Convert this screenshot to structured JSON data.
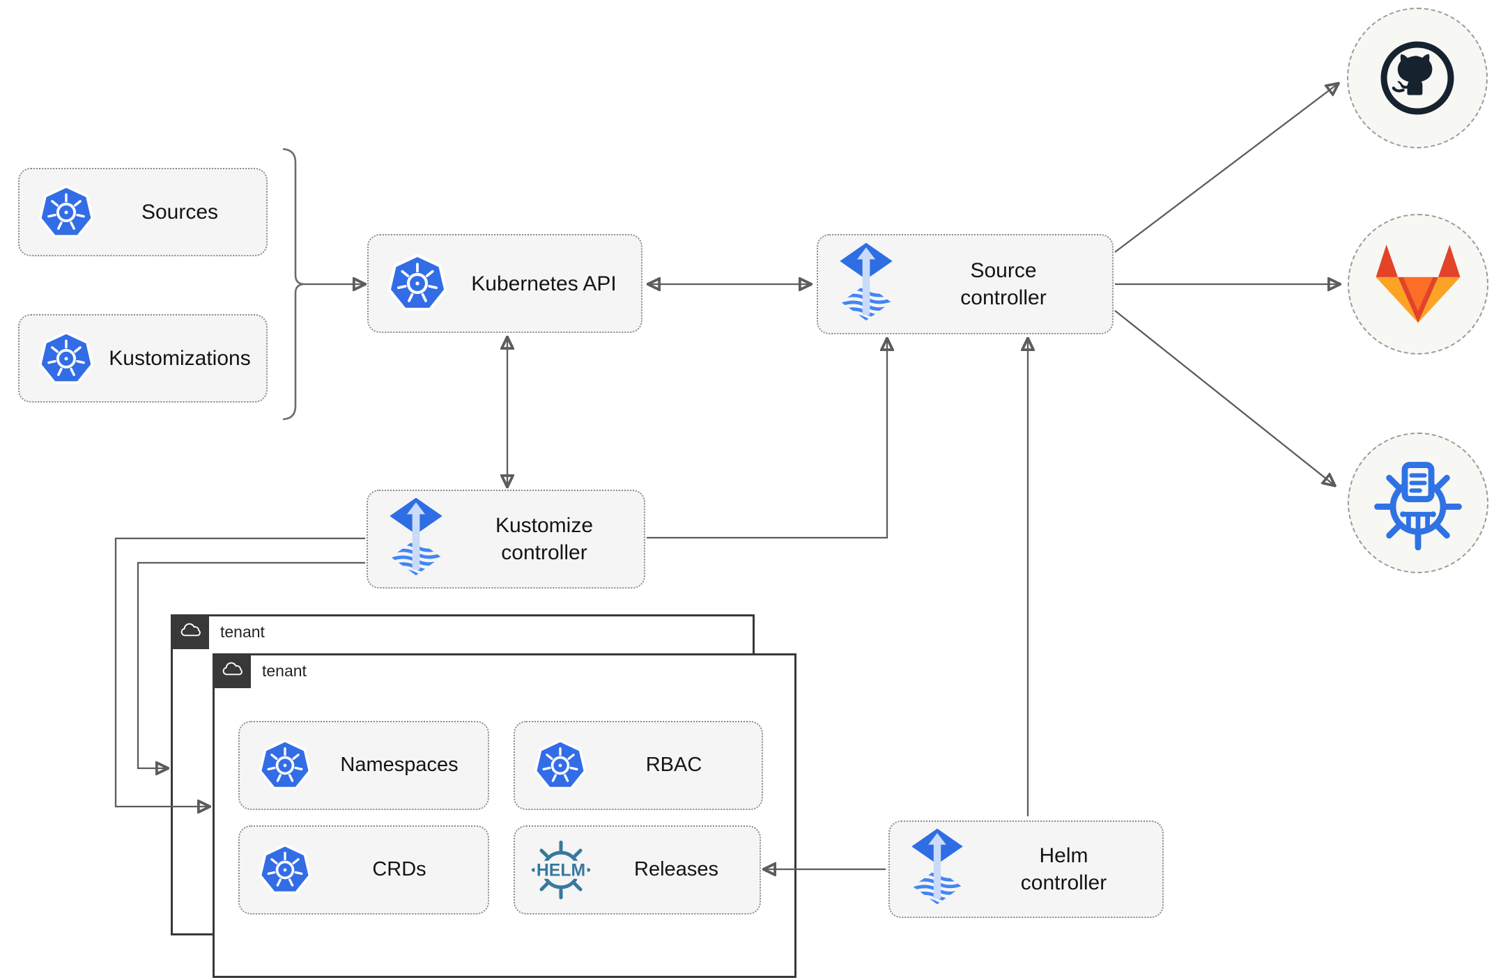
{
  "nodes": {
    "sources": "Sources",
    "kustomizations": "Kustomizations",
    "kubernetes_api": "Kubernetes API",
    "source_controller": "Source controller",
    "kustomize_controller": "Kustomize controller",
    "helm_controller": "Helm controller",
    "namespaces": "Namespaces",
    "rbac": "RBAC",
    "crds": "CRDs",
    "releases": "Releases"
  },
  "tenants": {
    "back": "tenant",
    "front": "tenant"
  },
  "icons": {
    "helm_text": "HELM",
    "kubernetes": "kubernetes-logo",
    "flux": "flux-logo",
    "helm": "helm-logo",
    "github": "github-logo",
    "gitlab": "gitlab-logo",
    "registry": "container-registry-logo",
    "cloud": "cloud-icon"
  },
  "colors": {
    "node_bg": "#f5f5f5",
    "node_border": "#8c8c8c",
    "arrow": "#5c5c5c",
    "kubernetes_blue": "#326de6",
    "flux_blue": "#2f6de4",
    "flux_arrow_light": "#c9dbf8",
    "flux_wave_blue": "#4285f4",
    "helm_teal": "#38789e",
    "github_dark": "#16222e",
    "gitlab_red": "#e24329",
    "gitlab_orange": "#fc6d26",
    "gitlab_light_orange": "#fca326",
    "registry_blue": "#2f72e4",
    "tenant_border": "#383838",
    "circle_bg": "#f7f7f4"
  }
}
